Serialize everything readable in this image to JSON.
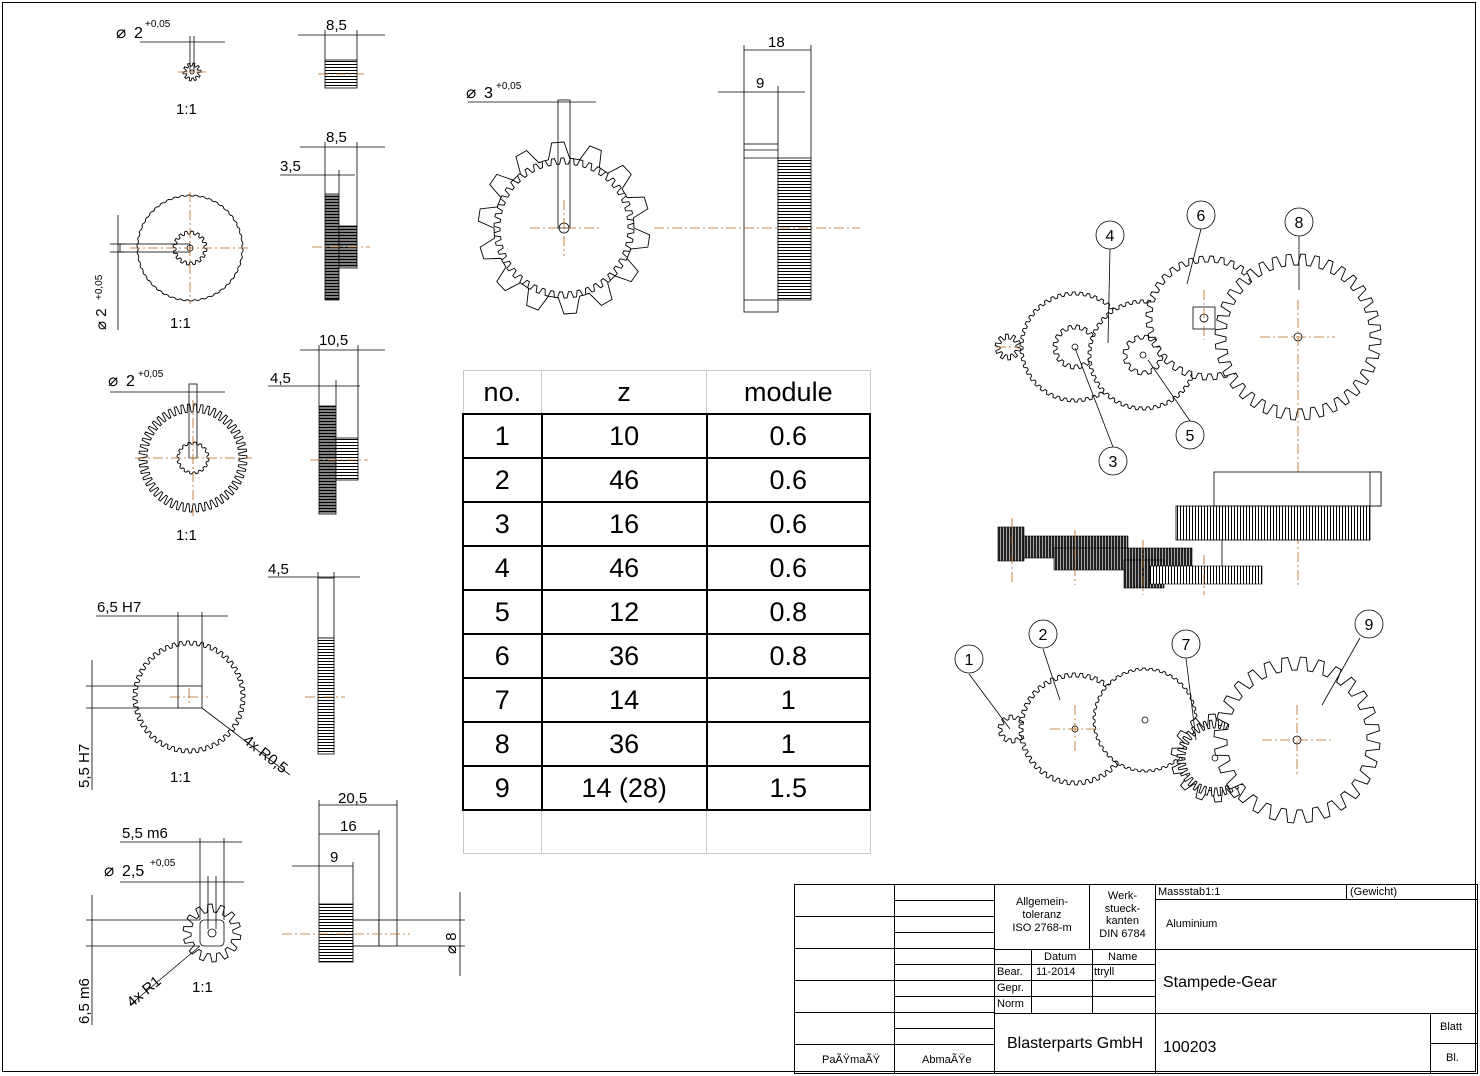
{
  "views": {
    "gear1": {
      "dia_label": "2",
      "dia_tol": "+0,05",
      "width": "8,5",
      "scale": "1:1"
    },
    "gear2": {
      "dia_label": "2",
      "dia_tol": "+0,05",
      "width": "8,5",
      "offset": "3,5",
      "scale": "1:1"
    },
    "gear3": {
      "dia_label": "2",
      "dia_tol": "+0,05",
      "width": "10,5",
      "offset": "4,5",
      "scale": "1:1"
    },
    "gear4": {
      "bore": "6,5  H7",
      "height": "5,5  H7",
      "radius": "4x  R0,5",
      "width": "4,5",
      "scale": "1:1"
    },
    "gear5": {
      "shaft": "5,5  m6",
      "dia_label": "2,5",
      "dia_tol": "+0,05",
      "height": "6,5  m6",
      "radius": "4x  R1",
      "w1": "20,5",
      "w2": "16",
      "w3": "9",
      "dia8": "8",
      "scale": "1:1"
    },
    "gear9": {
      "dia_label": "3",
      "dia_tol": "+0,05",
      "w_total": "18",
      "w_part": "9"
    }
  },
  "balloons": [
    "1",
    "2",
    "3",
    "4",
    "5",
    "6",
    "7",
    "8",
    "9"
  ],
  "table": {
    "headers": [
      "no.",
      "z",
      "module"
    ],
    "rows": [
      [
        "1",
        "10",
        "0.6"
      ],
      [
        "2",
        "46",
        "0.6"
      ],
      [
        "3",
        "16",
        "0.6"
      ],
      [
        "4",
        "46",
        "0.6"
      ],
      [
        "5",
        "12",
        "0.8"
      ],
      [
        "6",
        "36",
        "0.8"
      ],
      [
        "7",
        "14",
        "1"
      ],
      [
        "8",
        "36",
        "1"
      ],
      [
        "9",
        "14 (28)",
        "1.5"
      ]
    ]
  },
  "title_block": {
    "tolerance": [
      "Allgemein-",
      "toleranz",
      "ISO 2768-m"
    ],
    "edges": [
      "Werk-",
      "stueck-",
      "kanten",
      "DIN 6784"
    ],
    "scale": "Massstab1:1",
    "weight": "(Gewicht)",
    "material": "Aluminium",
    "datum_label": "Datum",
    "name_label": "Name",
    "bear_label": "Bear.",
    "date": "11-2014",
    "author": "ttryll",
    "gepr_label": "Gepr.",
    "norm_label": "Norm",
    "title": "Stampede-Gear",
    "company": "Blasterparts GmbH",
    "drawing_no": "100203",
    "blatt_label": "Blatt",
    "bl_label": "Bl.",
    "passmass": "PaÃŸmaÃŸ",
    "abmasse": "AbmaÃŸe"
  },
  "colors": {
    "centerline": "#b5651d",
    "line": "#000000",
    "grid": "#c8c8c8"
  }
}
